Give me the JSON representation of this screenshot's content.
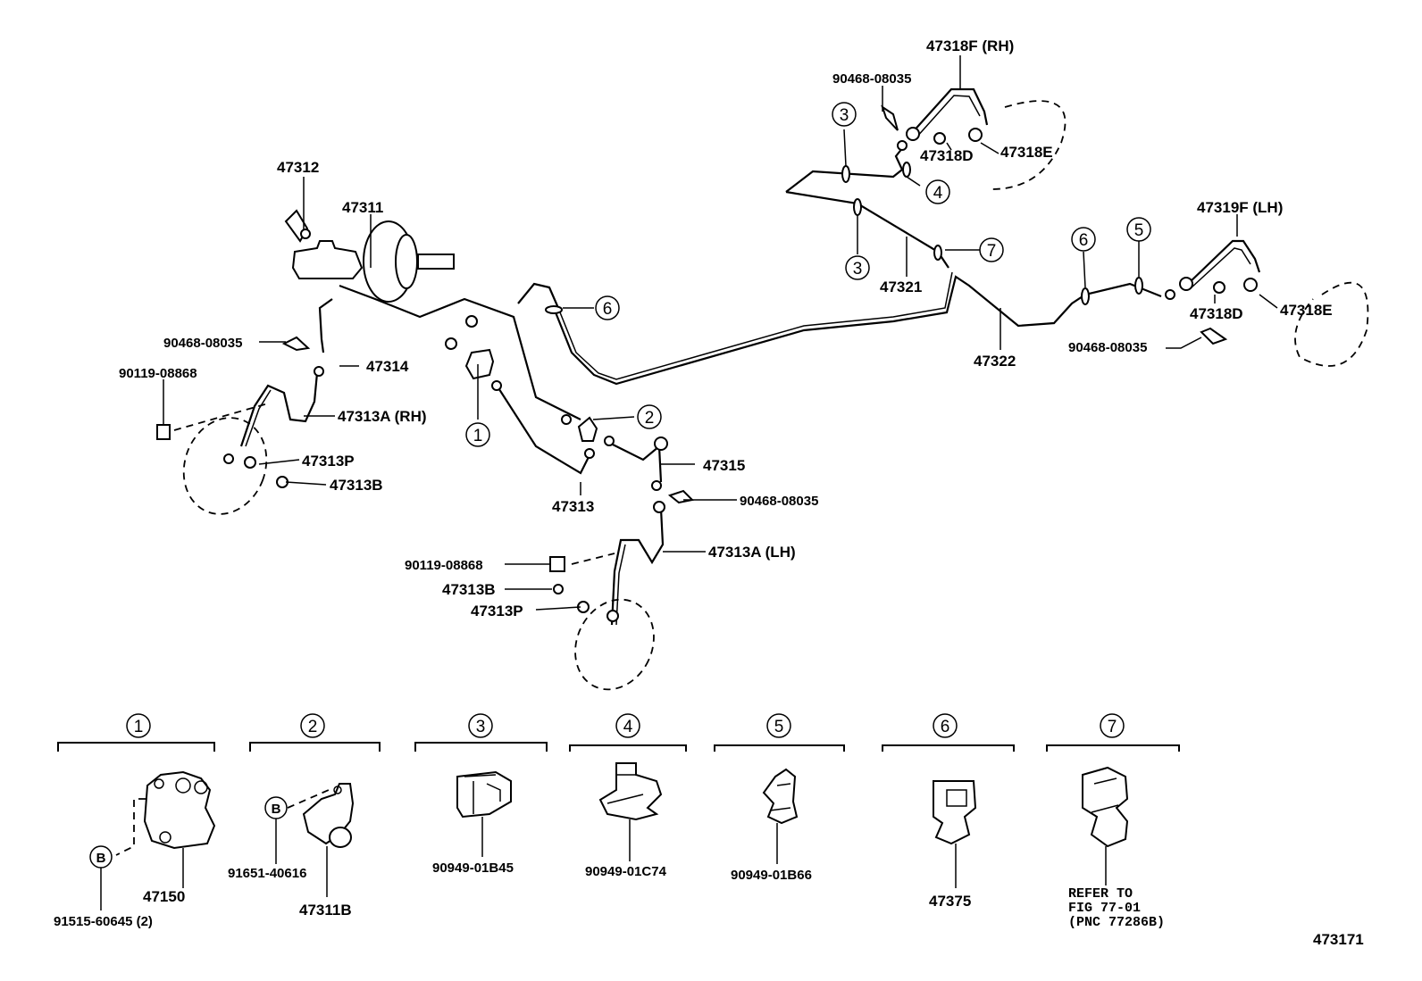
{
  "labels": {
    "p47318F": "47318F (RH)",
    "p90468a": "90468-08035",
    "p47318D_top": "47318D",
    "p47318E_top": "47318E",
    "p47312": "47312",
    "p47311": "47311",
    "p47321": "47321",
    "p47319F": "47319F (LH)",
    "p47318D_right": "47318D",
    "p47318E_right": "47318E",
    "p47322": "47322",
    "p90468c": "90468-08035",
    "p90468b": "90468-08035",
    "p47314": "47314",
    "p90119a": "90119-08868",
    "p47313A_rh": "47313A (RH)",
    "p47313P_a": "47313P",
    "p47313B_a": "47313B",
    "p47313": "47313",
    "p47315": "47315",
    "p90468d": "90468-08035",
    "p47313A_lh": "47313A (LH)",
    "p90119b": "90119-08868",
    "p47313B_b": "47313B",
    "p47313P_b": "47313P",
    "sheet_no": "473171"
  },
  "callouts": {
    "c1": "1",
    "c2": "2",
    "c3a": "3",
    "c3b": "3",
    "c4": "4",
    "c5": "5",
    "c6a": "6",
    "c6b": "6",
    "c7": "7"
  },
  "legend": {
    "sections": [
      {
        "num": "1",
        "parts": [
          "91515-60645 (2)",
          "47150"
        ],
        "ref": "B"
      },
      {
        "num": "2",
        "parts": [
          "91651-40616",
          "47311B"
        ],
        "ref": "B"
      },
      {
        "num": "3",
        "parts": [
          "90949-01B45"
        ]
      },
      {
        "num": "4",
        "parts": [
          "90949-01C74"
        ]
      },
      {
        "num": "5",
        "parts": [
          "90949-01B66"
        ]
      },
      {
        "num": "6",
        "parts": [
          "47375"
        ]
      },
      {
        "num": "7",
        "parts": [
          "REFER TO",
          "FIG 77-01",
          "(PNC 77286B)"
        ]
      }
    ]
  }
}
